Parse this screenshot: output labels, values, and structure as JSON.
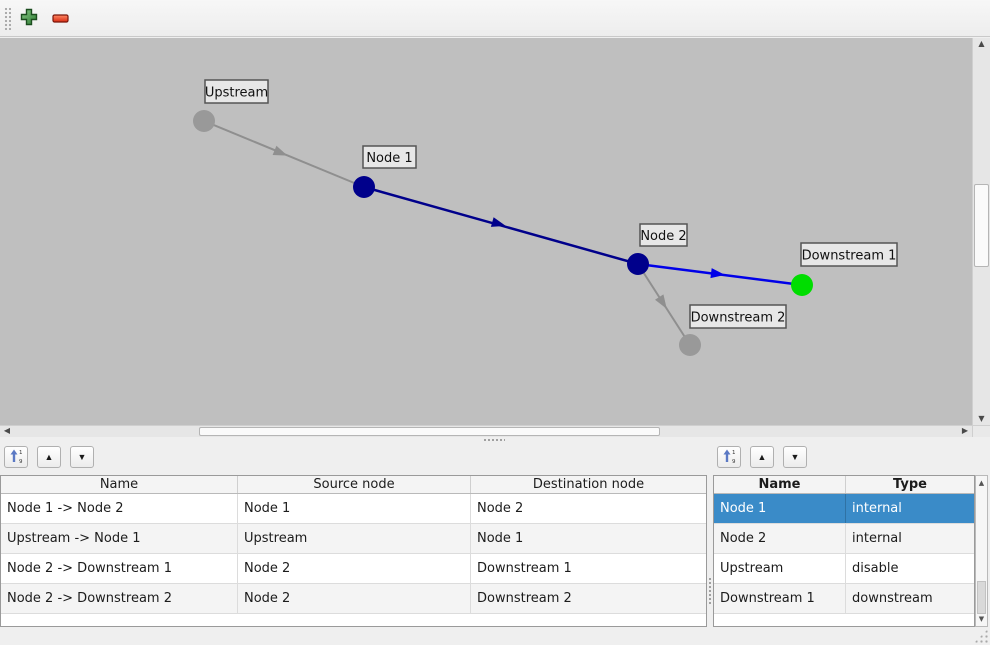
{
  "toolbar": {
    "icons": [
      {
        "name": "plus-icon",
        "color": "#3fa33f"
      },
      {
        "name": "minus-icon",
        "color": "#e03a20"
      }
    ]
  },
  "canvas": {
    "background": "#bfbfbf",
    "nodes": [
      {
        "label": "Upstream",
        "color": "#999999"
      },
      {
        "label": "Node 1",
        "color": "#00008b"
      },
      {
        "label": "Node 2",
        "color": "#00008b"
      },
      {
        "label": "Downstream 1",
        "color": "#00dd00"
      },
      {
        "label": "Downstream 2",
        "color": "#999999"
      }
    ],
    "edges": [
      {
        "from": "Upstream",
        "to": "Node 1",
        "color": "#8f8f8f"
      },
      {
        "from": "Node 1",
        "to": "Node 2",
        "color": "#00008b"
      },
      {
        "from": "Node 2",
        "to": "Downstream 1",
        "color": "#0000e8"
      },
      {
        "from": "Node 2",
        "to": "Downstream 2",
        "color": "#8f8f8f"
      }
    ]
  },
  "edges_panel": {
    "buttons": [
      {
        "name": "sort-button",
        "icon": "sort-ascending-icon"
      },
      {
        "name": "move-up-button",
        "icon": "triangle-up-icon",
        "glyph": "▲"
      },
      {
        "name": "move-down-button",
        "icon": "triangle-down-icon",
        "glyph": "▼"
      }
    ],
    "table": {
      "headers": [
        "Name",
        "Source node",
        "Destination node"
      ],
      "rows": [
        {
          "name": "Node 1 -> Node 2",
          "source": "Node 1",
          "destination": "Node 2"
        },
        {
          "name": "Upstream -> Node 1",
          "source": "Upstream",
          "destination": "Node 1"
        },
        {
          "name": "Node 2 -> Downstream 1",
          "source": "Node 2",
          "destination": "Downstream 1"
        },
        {
          "name": "Node 2 -> Downstream 2",
          "source": "Node 2",
          "destination": "Downstream 2"
        }
      ]
    }
  },
  "nodes_panel": {
    "buttons": [
      {
        "name": "sort-button",
        "icon": "sort-ascending-icon"
      },
      {
        "name": "move-up-button",
        "icon": "triangle-up-icon",
        "glyph": "▲"
      },
      {
        "name": "move-down-button",
        "icon": "triangle-down-icon",
        "glyph": "▼"
      }
    ],
    "table": {
      "headers": [
        "Name",
        "Type"
      ],
      "selection_color": "#3a8bc8",
      "rows": [
        {
          "name": "Node 1",
          "type": "internal",
          "selected": true
        },
        {
          "name": "Node 2",
          "type": "internal",
          "selected": false
        },
        {
          "name": "Upstream",
          "type": "disable",
          "selected": false
        },
        {
          "name": "Downstream 1",
          "type": "downstream",
          "selected": false
        }
      ]
    }
  },
  "scroll": {
    "up": "▲",
    "down": "▼",
    "left": "◀",
    "right": "▶"
  }
}
